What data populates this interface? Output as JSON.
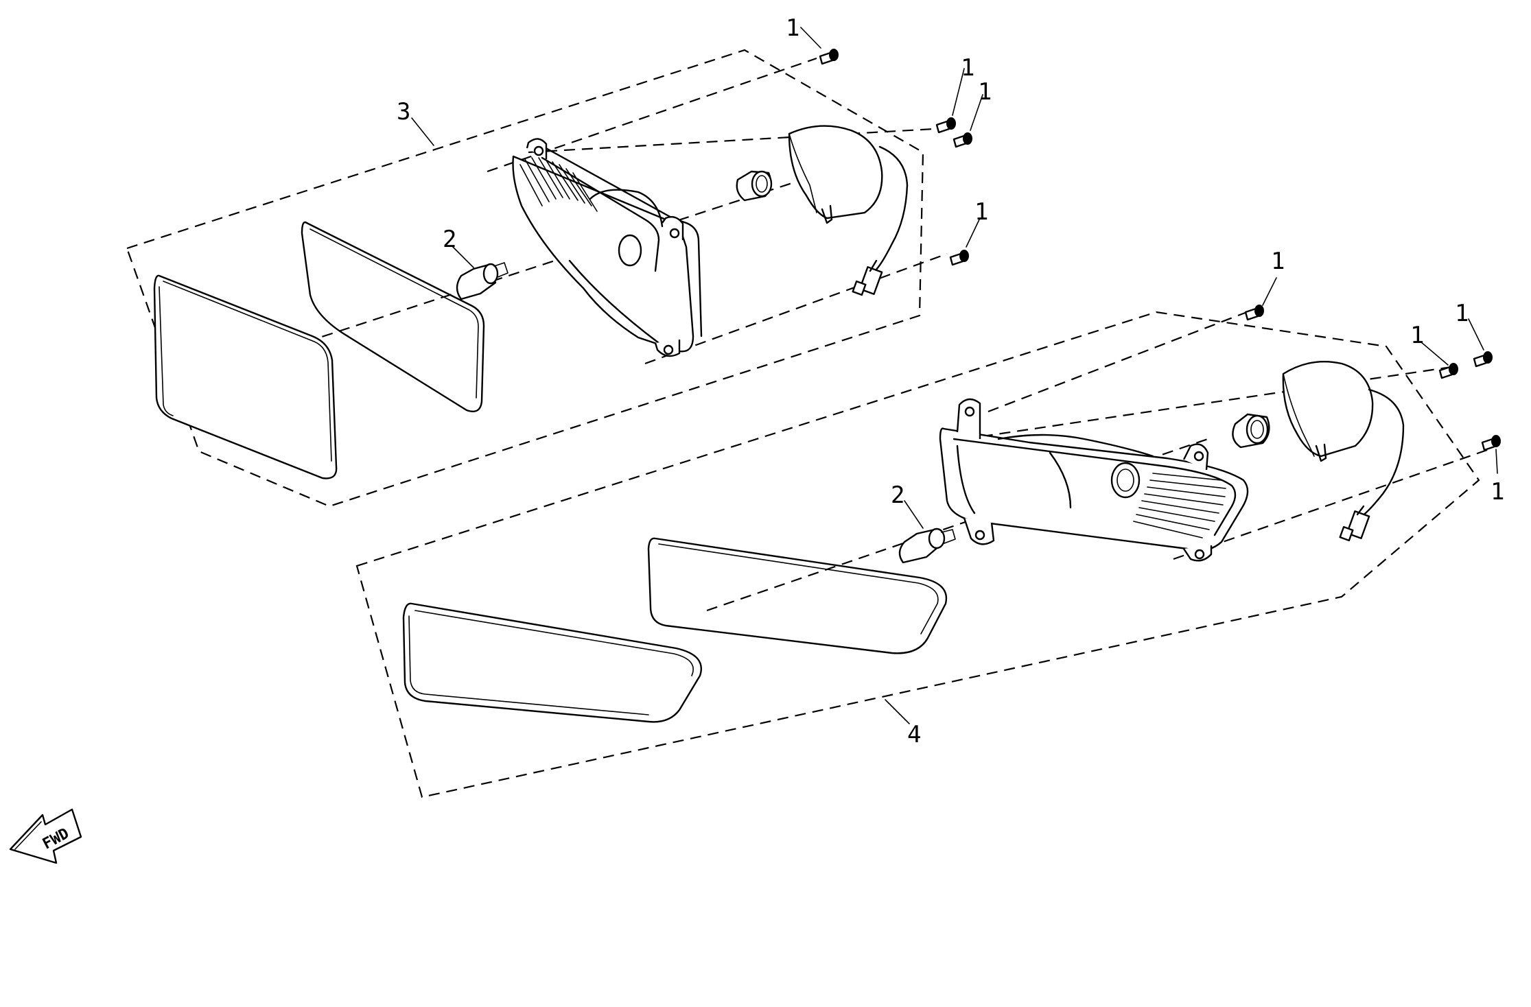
{
  "diagram": {
    "callouts": {
      "fastener": "1",
      "bulb": "2",
      "left_assembly": "3",
      "right_assembly": "4"
    },
    "direction_arrow": {
      "label": "FWD",
      "icon": "forward-arrow-icon"
    },
    "colors": {
      "line": "#000000",
      "background": "#ffffff"
    }
  }
}
